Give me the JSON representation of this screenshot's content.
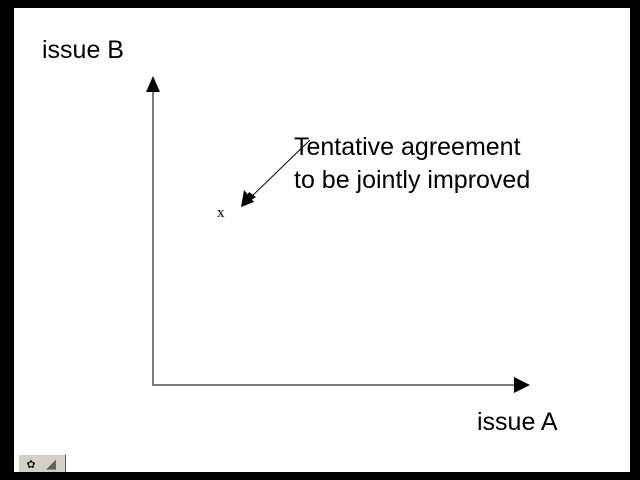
{
  "slide": {
    "background_color": "#ffffff",
    "frame_color": "#000000",
    "axis_color": "#7a7a7a",
    "ink_color": "#000000"
  },
  "diagram": {
    "type": "two-issue negotiation diagram",
    "y_axis_label": "issue B",
    "x_axis_label": "issue A",
    "point_marker_label": "x",
    "annotation": {
      "line1": "Tentative agreement",
      "line2": "to be jointly improved"
    }
  },
  "icons": {
    "y_axis_arrowhead": "arrow-up-icon",
    "x_axis_arrowhead": "arrow-right-icon",
    "callout_arrowhead": "arrow-down-left-icon"
  },
  "toolbar": {
    "buttons": [
      {
        "name": "stamp-tool",
        "glyph": "✿"
      },
      {
        "name": "shape-tool",
        "glyph": "◢"
      }
    ]
  }
}
